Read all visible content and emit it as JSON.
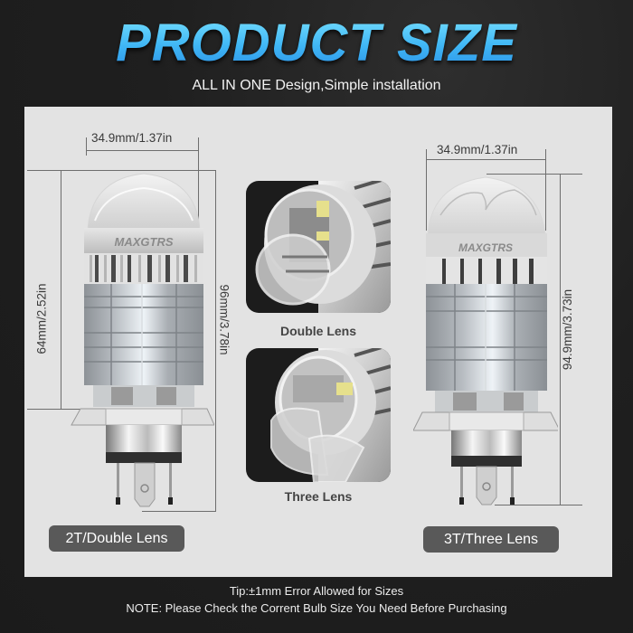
{
  "header": {
    "title": "PRODUCT SIZE",
    "subtitle": "ALL IN ONE Design,Simple installation"
  },
  "left_bulb": {
    "brand": "MAXGTRS",
    "width_label": "34.9mm/1.37in",
    "body_height_label": "64mm/2.52in",
    "total_height_label": "96mm/3.78in",
    "caption": "2T/Double Lens"
  },
  "middle": {
    "top_label": "Double Lens",
    "bottom_label": "Three Lens"
  },
  "right_bulb": {
    "brand": "MAXGTRS",
    "width_label": "34.9mm/1.37in",
    "total_height_label": "94.9mm/3.73in",
    "caption": "3T/Three Lens"
  },
  "footer": {
    "tip": "Tip:±1mm Error Allowed for Sizes",
    "note": "NOTE: Please Check the Corrent Bulb Size You Need Before Purchasing"
  },
  "colors": {
    "title_gradient_top": "#7be3ff",
    "title_gradient_bottom": "#2a8fe6",
    "panel_bg": "#e3e3e3",
    "page_bg": "#1f1f1f",
    "caption_pill": "#595959"
  }
}
